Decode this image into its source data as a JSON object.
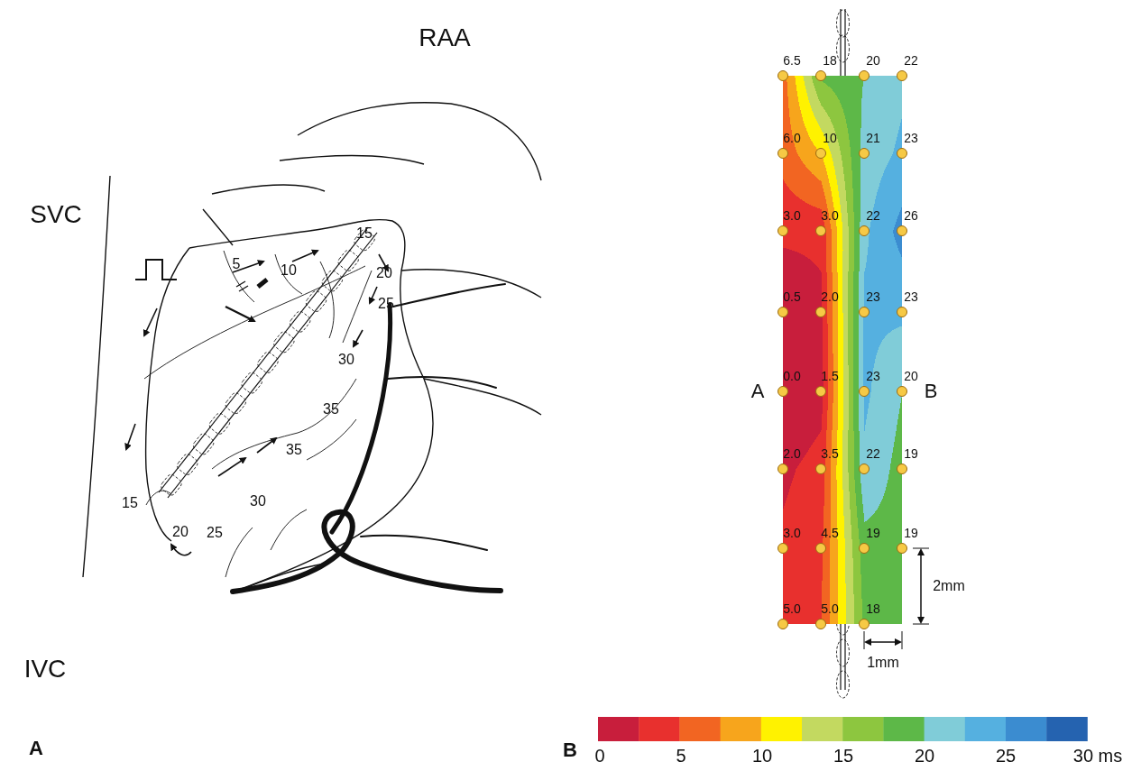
{
  "diagram": {
    "labels": [
      "SVC",
      "RAA",
      "IVC",
      "5",
      "10",
      "15",
      "20",
      "25",
      "30",
      "35",
      "35",
      "30",
      "25",
      "15",
      "20",
      "A",
      "6.5",
      "18",
      "20",
      "22",
      "6.0",
      "10",
      "21",
      "23",
      "3.0",
      "3.0",
      "22",
      "26",
      "0.5",
      "2.0",
      "23",
      "23",
      "0.0",
      "1.5",
      "23",
      "20",
      "2.0",
      "3.5",
      "22",
      "19",
      "3.0",
      "4.5",
      "19",
      "19",
      "5.0",
      "5.0",
      "18",
      "A",
      "B",
      "2mm",
      "1mm",
      "0",
      "5",
      "10",
      "15",
      "20",
      "25",
      "30 ms",
      "B"
    ]
  }
}
